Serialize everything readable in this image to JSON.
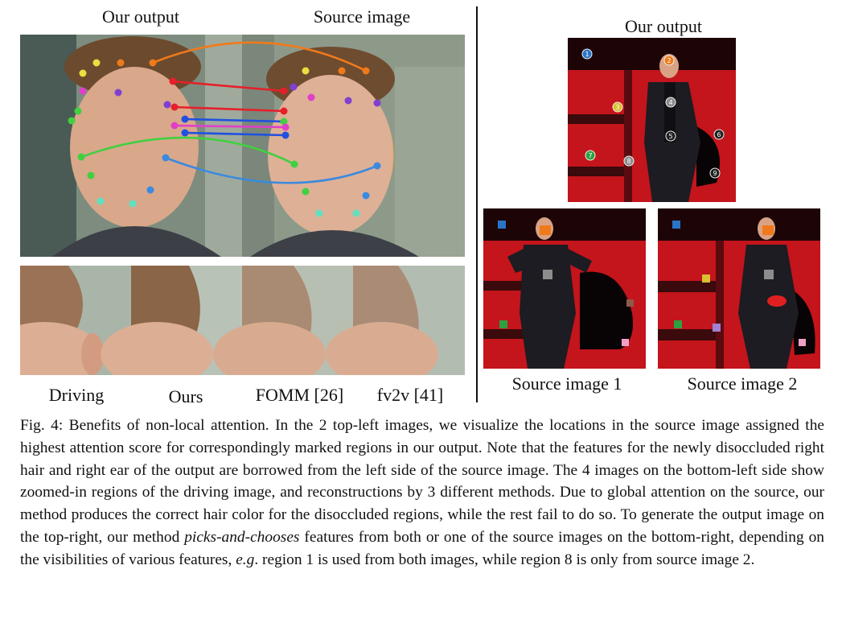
{
  "left": {
    "our_output_label": "Our output",
    "source_image_label": "Source image",
    "zoom_labels": [
      "Driving",
      "Ours",
      "FOMM [26]",
      "fv2v [41]"
    ]
  },
  "right": {
    "our_output_label": "Our output",
    "source1_label": "Source image 1",
    "source2_label": "Source image 2",
    "markers": [
      "1",
      "2",
      "3",
      "4",
      "5",
      "6",
      "7",
      "8",
      "9"
    ]
  },
  "colors": {
    "orange": "#f07a1a",
    "red": "#e5202a",
    "magenta": "#e040c8",
    "blue": "#2050e0",
    "green": "#40d040",
    "sky": "#3a8ae0",
    "purple": "#8040d0",
    "yellow": "#e8e040",
    "cyan": "#60e0c0"
  },
  "caption": {
    "p1": "Fig. 4: Benefits of non-local attention. In the 2 top-left images, we visualize the locations in the source image assigned the highest attention score for correspondingly marked regions in our output. Note that the features for the newly disoccluded right hair and right ear of the output are borrowed from the left side of the source image. The 4 images on the bottom-left side show zoomed-in regions of the driving image, and reconstructions by 3 different methods. Due to global attention on the source, our method produces the correct hair color for the disoccluded regions, while the rest fail to do so. To generate the output image on the top-right, our method ",
    "p1_italic": "picks-and-chooses",
    "p2": " features from both or one of the source images on the bottom-right, depending on the visibilities of various features, ",
    "p2_italic": "e.g",
    "p3": ". region 1 is used from both images, while region 8 is only from source image 2."
  }
}
